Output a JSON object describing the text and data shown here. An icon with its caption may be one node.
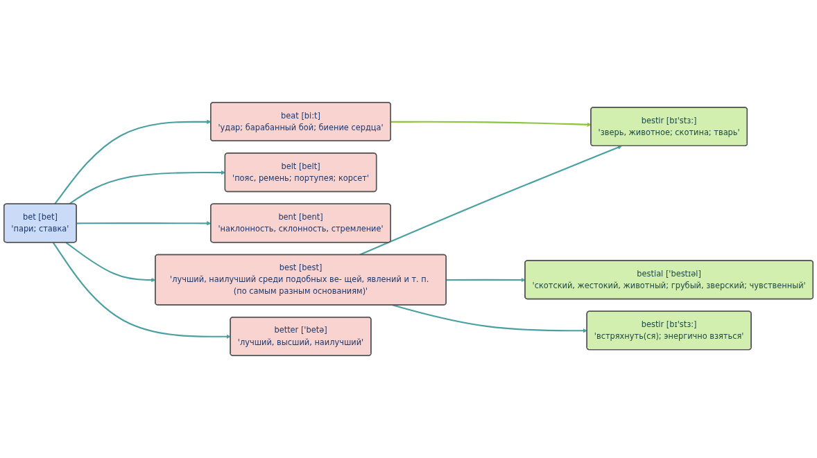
{
  "diagram": {
    "nodes": [
      {
        "text": [
          "bet [bet]",
          "'пари; ставка'"
        ]
      },
      {
        "text": [
          "beat [bi:t]",
          "'удар; барабанный бой; биение сердца'"
        ]
      },
      {
        "text": [
          "belt [belt]",
          "'пояс, ремень; портупея; корсет'"
        ]
      },
      {
        "text": [
          "bent [bent]",
          "'наклонность, склонность, стремление'"
        ]
      },
      {
        "text": [
          "best [best]",
          "'лучший, наилучший среди подобных ве- щей, явлений и т. п. (по самым разным основаниям)'"
        ]
      },
      {
        "text": [
          "better ['betə]",
          "'лучший, высший, наилучший'"
        ]
      },
      {
        "text": [
          "bestir [bɪ'stɜ:]",
          "'зверь, животное; скотина; тварь'"
        ]
      },
      {
        "text": [
          "bestial ['bestɪəl]",
          "'скотский, жестокий, животный; грубый, зверский; чувственный'"
        ]
      },
      {
        "text": [
          "bestir [bɪ'stɜ:]",
          "'встряхнуть(ся); энергично взяться'"
        ]
      }
    ],
    "edges": [
      {
        "from": 0,
        "to": 1,
        "arrow": "to"
      },
      {
        "from": 0,
        "to": 2,
        "arrow": "to"
      },
      {
        "from": 0,
        "to": 3,
        "arrow": "to"
      },
      {
        "from": 0,
        "to": 4,
        "arrow": "to"
      },
      {
        "from": 0,
        "to": 5,
        "arrow": "to"
      },
      {
        "from": 4,
        "to": 6,
        "arrow": "to"
      },
      {
        "from": 4,
        "to": 7,
        "arrow": "to"
      },
      {
        "from": 4,
        "to": 8,
        "arrow": "to"
      },
      {
        "from": 1,
        "to": 6,
        "arrow": "to",
        "color": "#8cc43c"
      }
    ]
  }
}
